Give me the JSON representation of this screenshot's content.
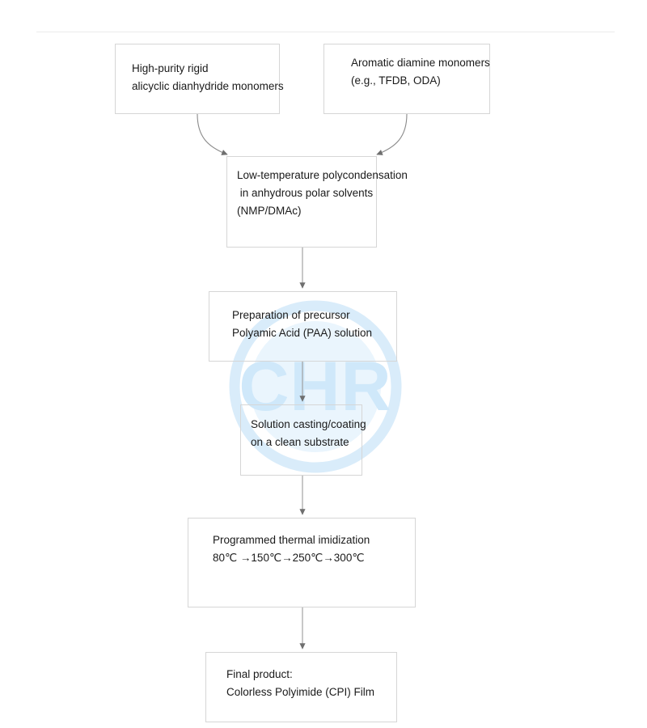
{
  "page": {
    "background_color": "#ffffff",
    "divider_color": "#ebebeb"
  },
  "watermark": {
    "text": "CHR",
    "color": "#d9ecfa",
    "shape": "circle-ring"
  },
  "diagram": {
    "type": "flowchart",
    "orientation": "top-to-bottom",
    "line_color": "#808080",
    "node_border_color": "#d6d6d6",
    "text_color": "#1a1a1a",
    "nodes": [
      {
        "id": "dianhydride",
        "lines": [
          "High-purity rigid",
          "alicyclic dianhydride monomers"
        ]
      },
      {
        "id": "diamine",
        "lines": [
          "Aromatic diamine monomers",
          "(e.g., TFDB, ODA)"
        ]
      },
      {
        "id": "polycondense",
        "lines": [
          "Low-temperature polycondensation",
          " in anhydrous polar solvents",
          "(NMP/DMAc)"
        ]
      },
      {
        "id": "paa",
        "lines": [
          "Preparation of precursor",
          "Polyamic Acid (PAA) solution"
        ]
      },
      {
        "id": "casting",
        "lines": [
          "Solution casting/coating",
          "on a clean substrate"
        ]
      },
      {
        "id": "imidization",
        "lines": [
          "Programmed thermal imidization",
          "80℃ →150℃→250℃→300℃"
        ]
      },
      {
        "id": "final",
        "lines": [
          "Final product:",
          "Colorless Polyimide (CPI) Film"
        ]
      }
    ],
    "edges": [
      {
        "from": "dianhydride",
        "to": "polycondense",
        "style": "curved"
      },
      {
        "from": "diamine",
        "to": "polycondense",
        "style": "curved"
      },
      {
        "from": "polycondense",
        "to": "paa",
        "style": "straight"
      },
      {
        "from": "paa",
        "to": "casting",
        "style": "straight"
      },
      {
        "from": "casting",
        "to": "imidization",
        "style": "straight"
      },
      {
        "from": "imidization",
        "to": "final",
        "style": "straight"
      }
    ]
  }
}
